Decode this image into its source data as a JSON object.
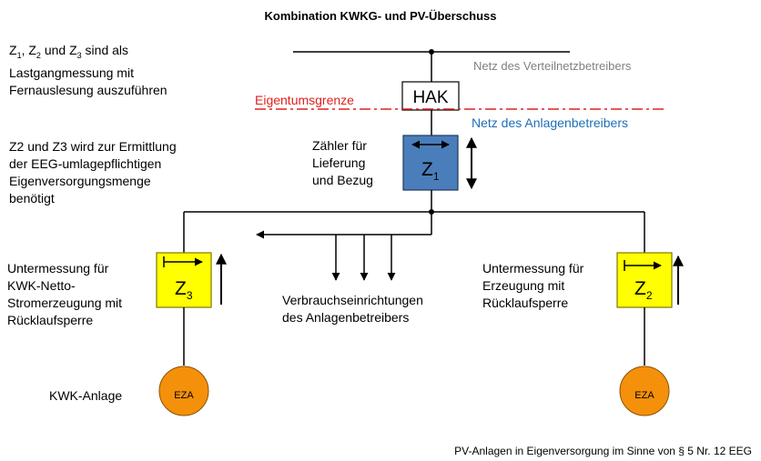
{
  "title": "Kombination KWKG- und PV-Überschuss",
  "notes": {
    "z_measure": {
      "line1_a": "Z",
      "line1_s1": "1",
      "line1_b": ", Z",
      "line1_s2": "2",
      "line1_c": " und Z",
      "line1_s3": "3",
      "line1_d": " sind als",
      "line2": "Lastgangmessung mit",
      "line3": "Fernauslesung auszuführen"
    },
    "eeg": {
      "line1": "Z2 und Z3 wird zur Ermittlung",
      "line2": "der EEG-umlagepflichtigen",
      "line3": "Eigenversorgungsmenge",
      "line4": "benötigt"
    }
  },
  "network": {
    "grid_operator": "Netz des Verteilnetzbetreibers",
    "plant_operator": "Netz des Anlagenbetreibers",
    "ownership_boundary": "Eigentumsgrenze",
    "hak": "HAK"
  },
  "meters": {
    "z1": {
      "letter": "Z",
      "sub": "1",
      "fill": "#4a7ebb",
      "caption": [
        "Zähler für",
        "Lieferung",
        "und Bezug"
      ]
    },
    "z2": {
      "letter": "Z",
      "sub": "2",
      "fill": "#ffff00",
      "caption": [
        "Untermessung für",
        "Erzeugung mit",
        "Rücklaufsperre"
      ]
    },
    "z3": {
      "letter": "Z",
      "sub": "3",
      "fill": "#ffff00",
      "caption": [
        "Untermessung für",
        "KWK-Netto-",
        "Stromerzeugung mit",
        "Rücklaufsperre"
      ]
    }
  },
  "consumers": [
    "Verbrauchseinrichtungen",
    "des Anlagenbetreibers"
  ],
  "generators": {
    "left": {
      "label": "EZA",
      "caption": "KWK-Anlage",
      "fill": "#f5900a"
    },
    "right": {
      "label": "EZA",
      "fill": "#f5900a"
    }
  },
  "footer": "PV-Anlagen in Eigenversorgung im Sinne von § 5 Nr. 12 EEG"
}
